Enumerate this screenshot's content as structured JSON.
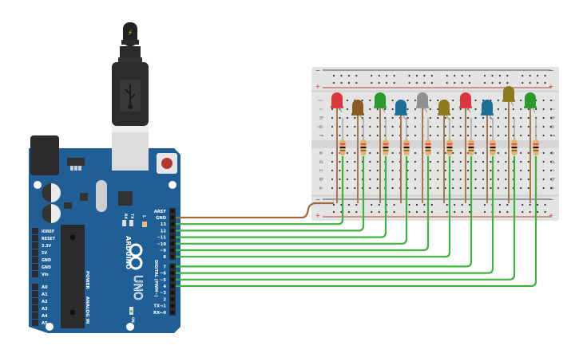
{
  "app": {
    "title": "Arduino Uno LED Circuit"
  },
  "arduino": {
    "brand": "ARDUINO",
    "model": "UNO",
    "on_label": "ON",
    "l_label": "L",
    "tx_label": "TX",
    "rx_label": "RX",
    "digital_label": "DIGITAL (PWM~)",
    "power_label": "POWER",
    "analog_label": "ANALOG IN",
    "digital_pins": [
      "AREF",
      "GND",
      "13",
      "12",
      "~11",
      "~10",
      "~9",
      "8",
      "7",
      "~6",
      "~5",
      "4",
      "~3",
      "2",
      "TX→1",
      "RX←0"
    ],
    "power_pins": [
      "IOREF",
      "RESET",
      "3.3V",
      "5V",
      "GND",
      "GND",
      "Vin"
    ],
    "analog_pins": [
      "A0",
      "A1",
      "A2",
      "A3",
      "A4",
      "A5"
    ],
    "board_color": "#1f5f96"
  },
  "usb": {
    "icon": "usb-icon",
    "bolt_icon": "lightning-icon"
  },
  "breadboard": {
    "row_labels_top": [
      "j",
      "i",
      "h",
      "g",
      "f"
    ],
    "row_labels_bottom": [
      "e",
      "d",
      "c",
      "b",
      "a"
    ],
    "rail_minus": "−",
    "rail_plus": "+",
    "column_count": 30
  },
  "leds": [
    {
      "color_name": "red",
      "color": "#d9363e",
      "pin": "13"
    },
    {
      "color_name": "orange",
      "color": "#8b5a1e",
      "pin": "12"
    },
    {
      "color_name": "green",
      "color": "#2a9a2a",
      "pin": "11"
    },
    {
      "color_name": "blue",
      "color": "#1d6e97",
      "pin": "10"
    },
    {
      "color_name": "white",
      "color": "#8f8f8f",
      "pin": "9"
    },
    {
      "color_name": "yellow",
      "color": "#8c7a1c",
      "pin": "8"
    },
    {
      "color_name": "red",
      "color": "#d9363e",
      "pin": "7"
    },
    {
      "color_name": "blue",
      "color": "#1d6e97",
      "pin": "6"
    },
    {
      "color_name": "yellow",
      "color": "#8c7a1c",
      "pin": "5"
    },
    {
      "color_name": "green",
      "color": "#2a9a2a",
      "pin": "4"
    }
  ],
  "wires": {
    "signal_color": "#3db53d",
    "ground_color": "#9c6a3c"
  }
}
